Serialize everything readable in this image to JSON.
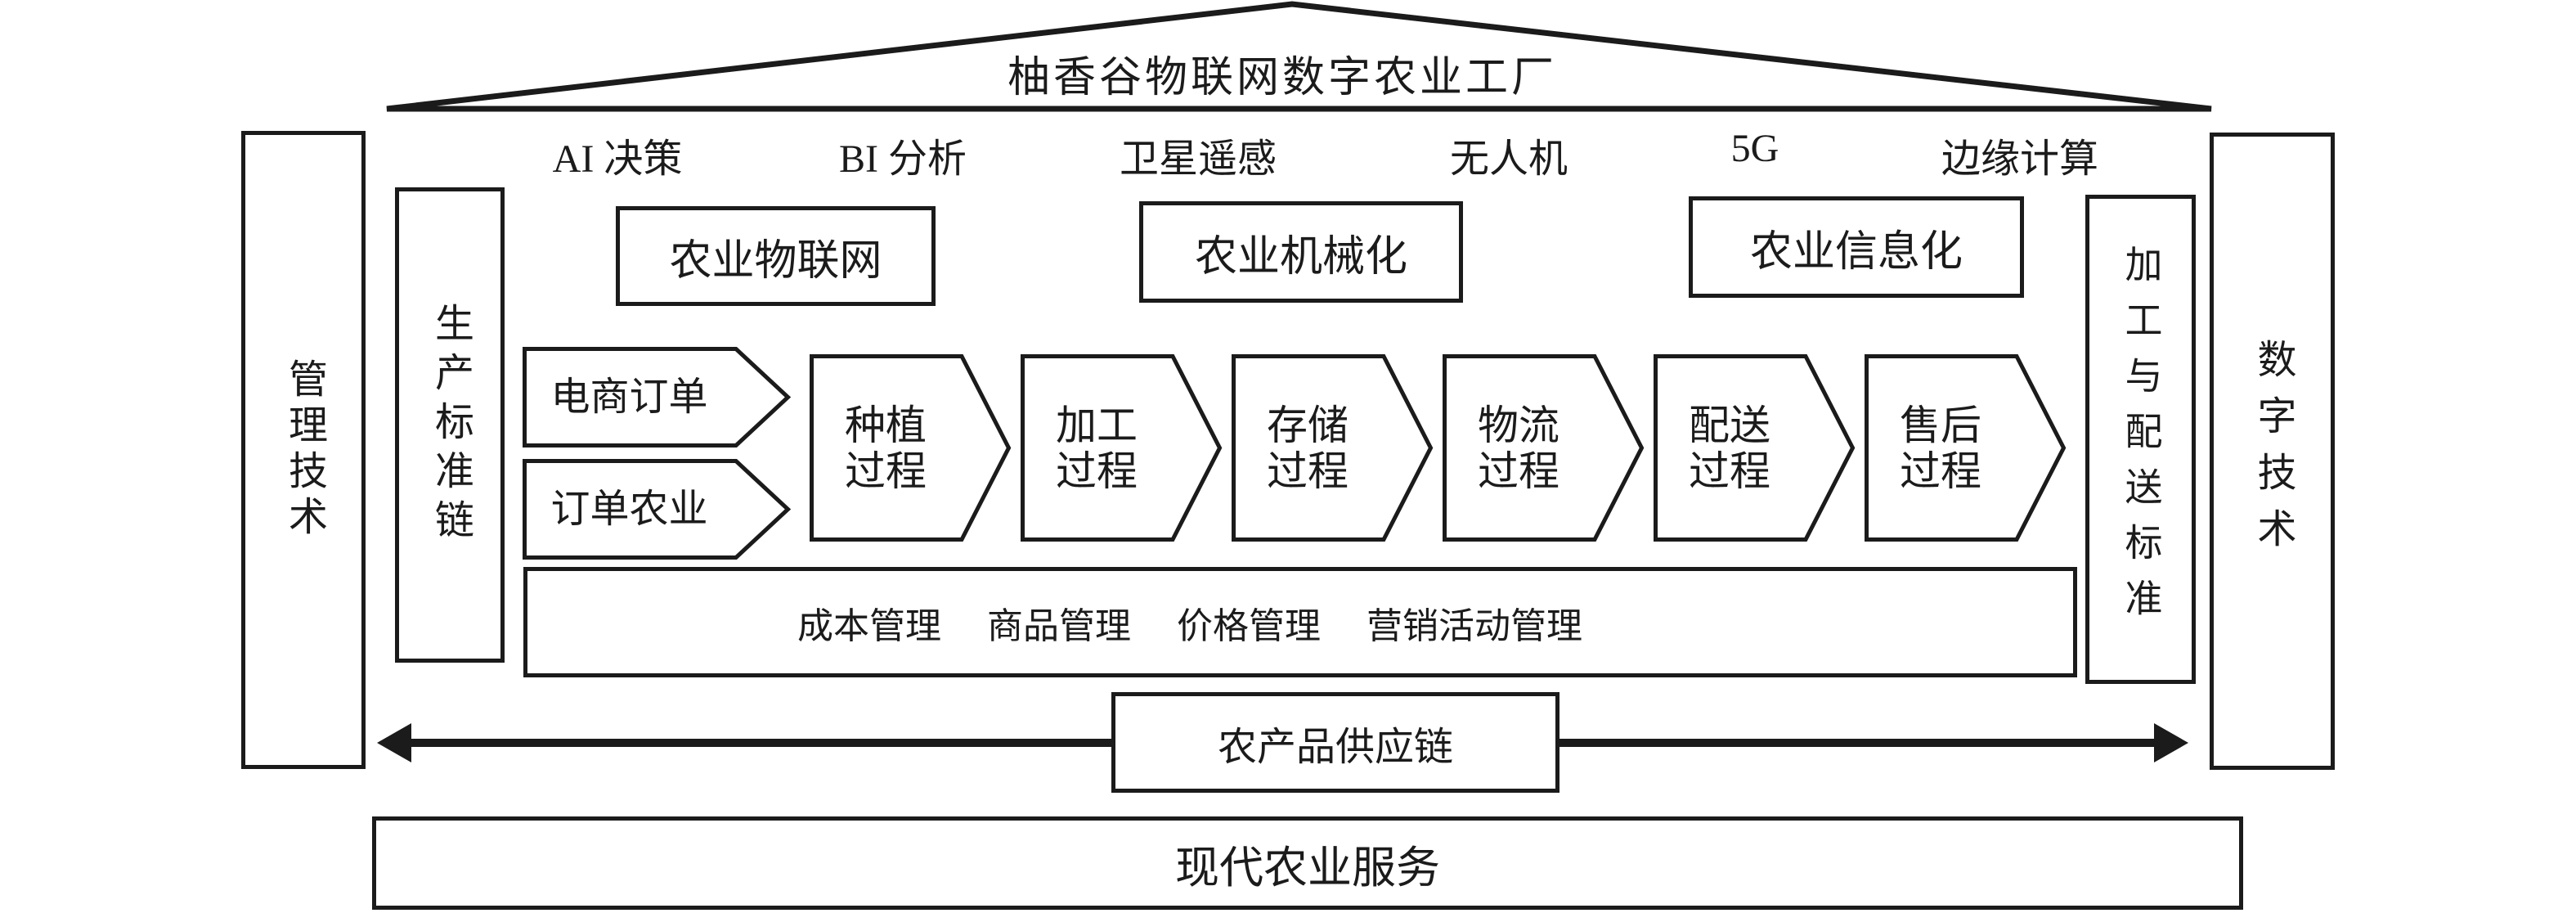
{
  "title": "柚香谷物联网数字农业工厂",
  "tech_labels": [
    "AI 决策",
    "BI 分析",
    "卫星遥感",
    "无人机",
    "5G",
    "边缘计算"
  ],
  "capability_boxes": [
    "农业物联网",
    "农业机械化",
    "农业信息化"
  ],
  "side_columns": {
    "left_outer": "管理技术",
    "left_inner": "生产标准链",
    "right_inner": "加工与配送标准",
    "right_outer": "数字技术"
  },
  "order_arrows": [
    "电商订单",
    "订单农业"
  ],
  "process_arrows": [
    {
      "line1": "种植",
      "line2": "过程"
    },
    {
      "line1": "加工",
      "line2": "过程"
    },
    {
      "line1": "存储",
      "line2": "过程"
    },
    {
      "line1": "物流",
      "line2": "过程"
    },
    {
      "line1": "配送",
      "line2": "过程"
    },
    {
      "line1": "售后",
      "line2": "过程"
    }
  ],
  "management_band_items": [
    "成本管理",
    "商品管理",
    "价格管理",
    "营销活动管理"
  ],
  "supply_chain_label": "农产品供应链",
  "bottom_band": "现代农业服务",
  "colors": {
    "ink": "#1b1b1b",
    "background": "#ffffff"
  }
}
